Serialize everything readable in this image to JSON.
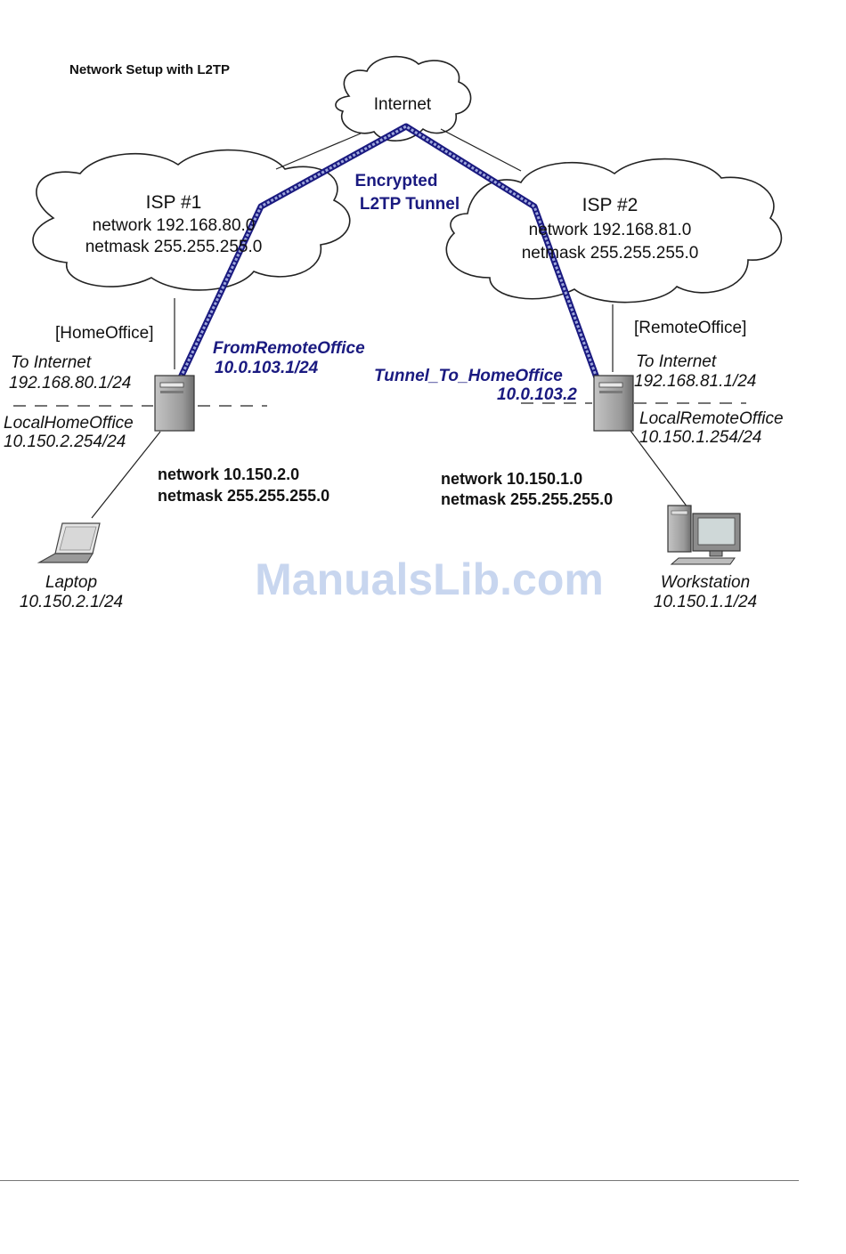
{
  "title": "Network Setup with L2TP",
  "clouds": {
    "internet": {
      "label": "Internet"
    },
    "isp1": {
      "name": "ISP #1",
      "network": "network 192.168.80.0",
      "netmask": "netmask 255.255.255.0"
    },
    "isp2": {
      "name": "ISP #2",
      "network": "network 192.168.81.0",
      "netmask": "netmask 255.255.255.0"
    }
  },
  "tunnel": {
    "line1": "Encrypted",
    "line2": "L2TP Tunnel"
  },
  "home_office": {
    "name": "[HomeOffice]",
    "internet_if_name": "To Internet",
    "internet_if_ip": "192.168.80.1/24",
    "local_if_name": "LocalHomeOffice",
    "local_if_ip": "10.150.2.254/24",
    "tunnel_if_name": "FromRemoteOffice",
    "tunnel_if_ip": "10.0.103.1/24",
    "lan_network": "network 10.150.2.0",
    "lan_netmask": "netmask 255.255.255.0"
  },
  "remote_office": {
    "name": "[RemoteOffice]",
    "internet_if_name": "To Internet",
    "internet_if_ip": "192.168.81.1/24",
    "local_if_name": "LocalRemoteOffice",
    "local_if_ip": "10.150.1.254/24",
    "tunnel_if_name": "Tunnel_To_HomeOffice",
    "tunnel_if_ip": "10.0.103.2",
    "lan_network": "network 10.150.1.0",
    "lan_netmask": "netmask 255.255.255.0"
  },
  "laptop": {
    "name": "Laptop",
    "ip": "10.150.2.1/24"
  },
  "workstation": {
    "name": "Workstation",
    "ip": "10.150.1.1/24"
  },
  "watermark": "ManualsLib.com",
  "colors": {
    "tunnel": "#1a1a80",
    "watermark": "#c8d6ef",
    "cloud_fill": "#ffffff",
    "device_gray": "#9a9a9a"
  }
}
